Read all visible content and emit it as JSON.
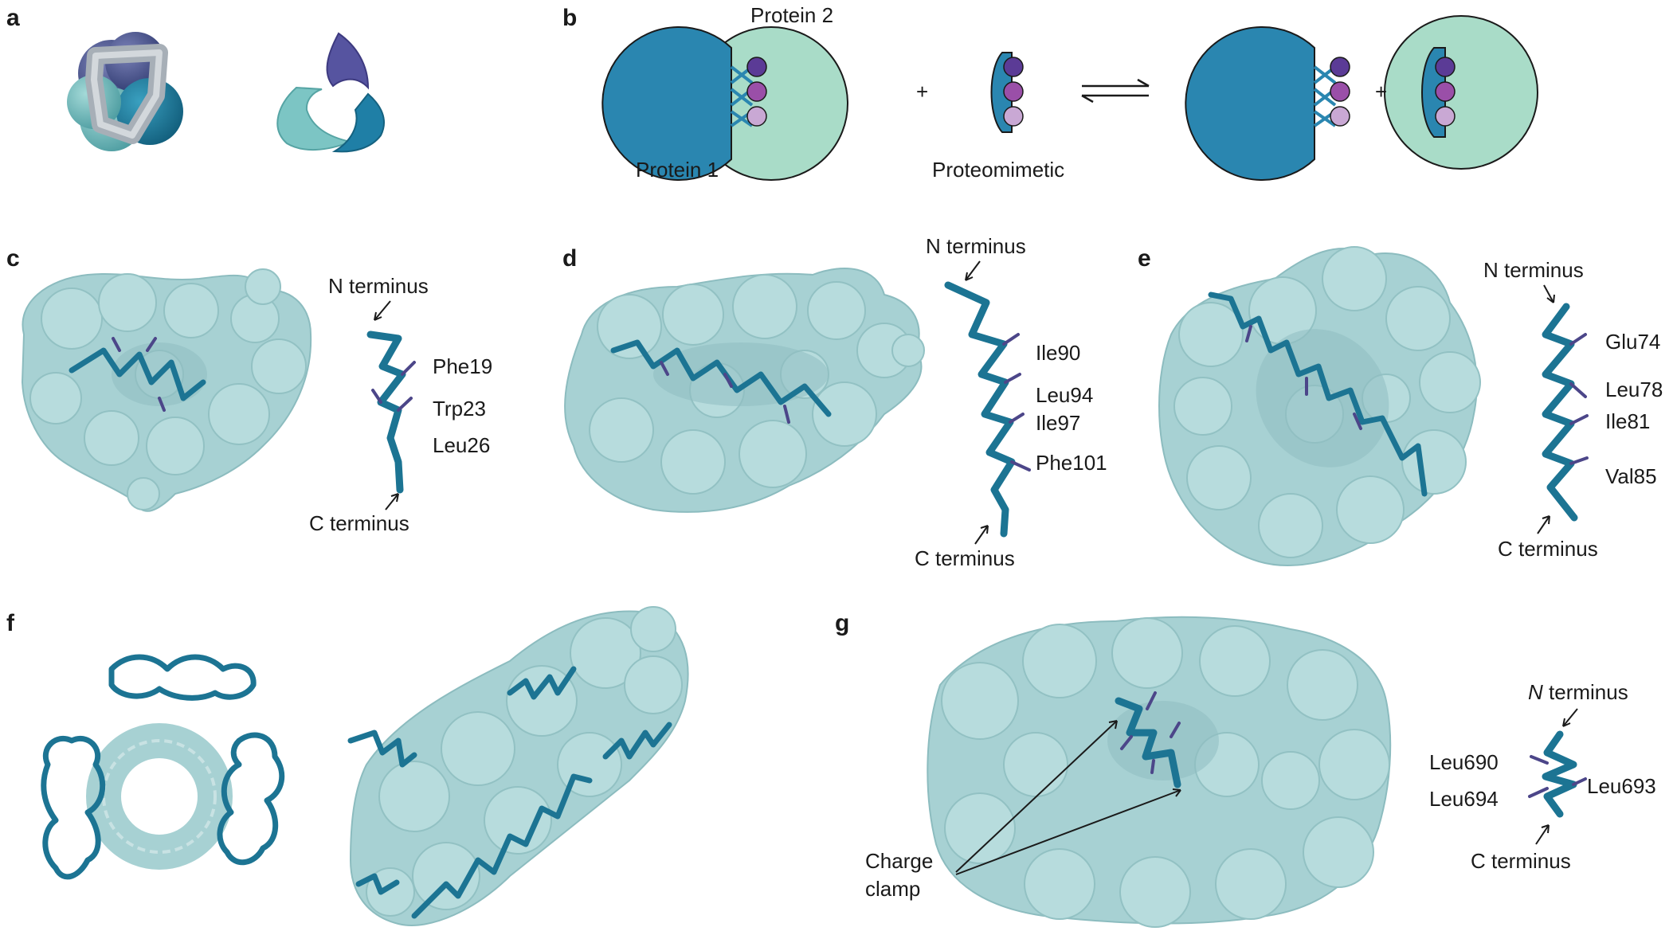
{
  "panels": {
    "a": "a",
    "b": "b",
    "c": "c",
    "d": "d",
    "e": "e",
    "f": "f",
    "g": "g"
  },
  "b": {
    "protein1": "Protein 1",
    "protein2": "Protein 2",
    "plus": "+",
    "proteomimetic": "Proteomimetic",
    "plus2": "+"
  },
  "c": {
    "n_terminus": "N terminus",
    "c_terminus": "C terminus",
    "residues": [
      "Phe19",
      "Trp23",
      "Leu26"
    ]
  },
  "d": {
    "n_terminus": "N terminus",
    "c_terminus": "C terminus",
    "residues": [
      "Ile90",
      "Leu94",
      "Ile97",
      "Phe101"
    ]
  },
  "e": {
    "n_terminus": "N terminus",
    "c_terminus": "C terminus",
    "residues": [
      "Glu74",
      "Leu78",
      "Ile81",
      "Val85"
    ]
  },
  "g": {
    "charge": "Charge",
    "clamp": "clamp",
    "n_italic": "N",
    "n_rest": " terminus",
    "c_terminus": "C terminus",
    "residues": [
      "Leu690",
      "Leu693",
      "Leu694"
    ]
  },
  "colors": {
    "protein1": "#2a86b0",
    "protein2": "#a9dcc8",
    "surface": "#a7d1d3",
    "helix": "#1c7493",
    "sidechain": "#4c4689",
    "dot_dark": "#5b3b96",
    "dot_mid": "#9a4fa8",
    "dot_light": "#c9a8d4"
  }
}
